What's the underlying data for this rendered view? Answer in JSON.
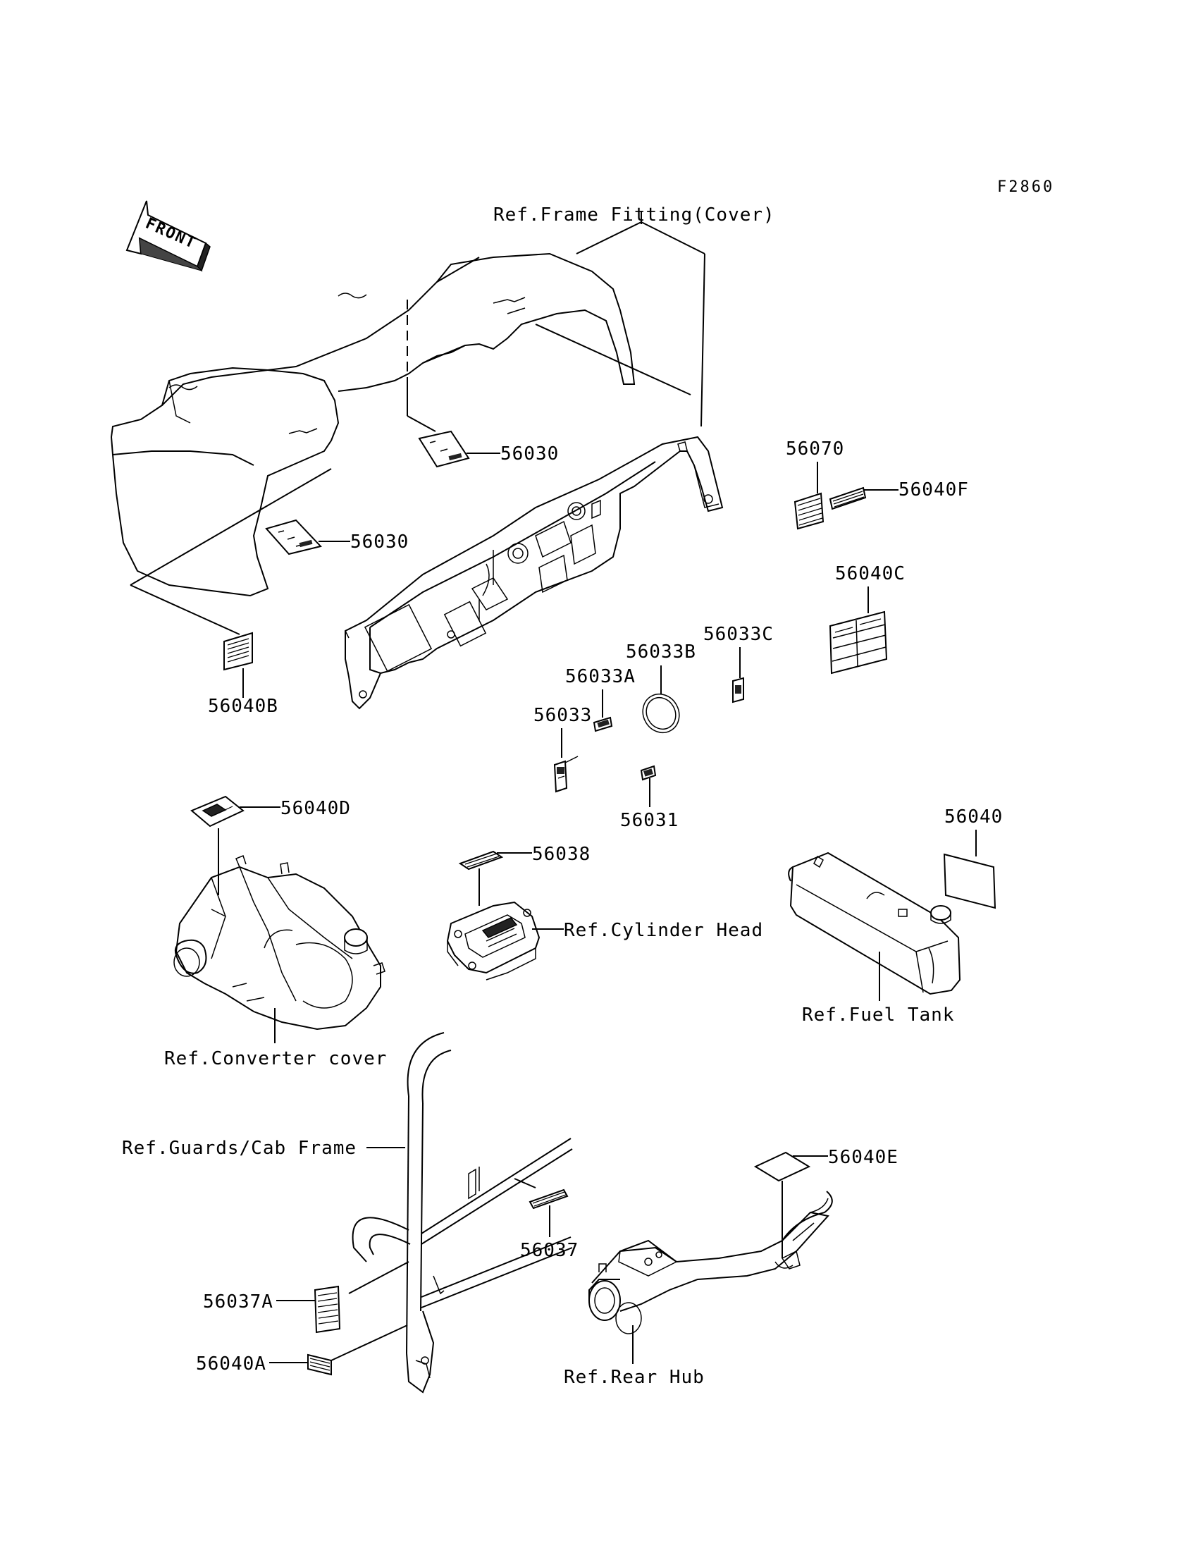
{
  "diagram_code": "F2860",
  "front_label": "FRONT",
  "refs": {
    "frame_fitting": "Ref.Frame Fitting(Cover)",
    "cylinder_head": "Ref.Cylinder Head",
    "fuel_tank": "Ref.Fuel Tank",
    "converter_cover": "Ref.Converter cover",
    "guards_cab_frame": "Ref.Guards/Cab Frame",
    "rear_hub": "Ref.Rear Hub"
  },
  "parts": {
    "p56030_top": "56030",
    "p56030_left": "56030",
    "p56070": "56070",
    "p56040F": "56040F",
    "p56040C": "56040C",
    "p56033C": "56033C",
    "p56033B": "56033B",
    "p56033A": "56033A",
    "p56033": "56033",
    "p56031": "56031",
    "p56040B": "56040B",
    "p56040D": "56040D",
    "p56038": "56038",
    "p56040": "56040",
    "p56040E": "56040E",
    "p56037": "56037",
    "p56037A": "56037A",
    "p56040A": "56040A"
  }
}
